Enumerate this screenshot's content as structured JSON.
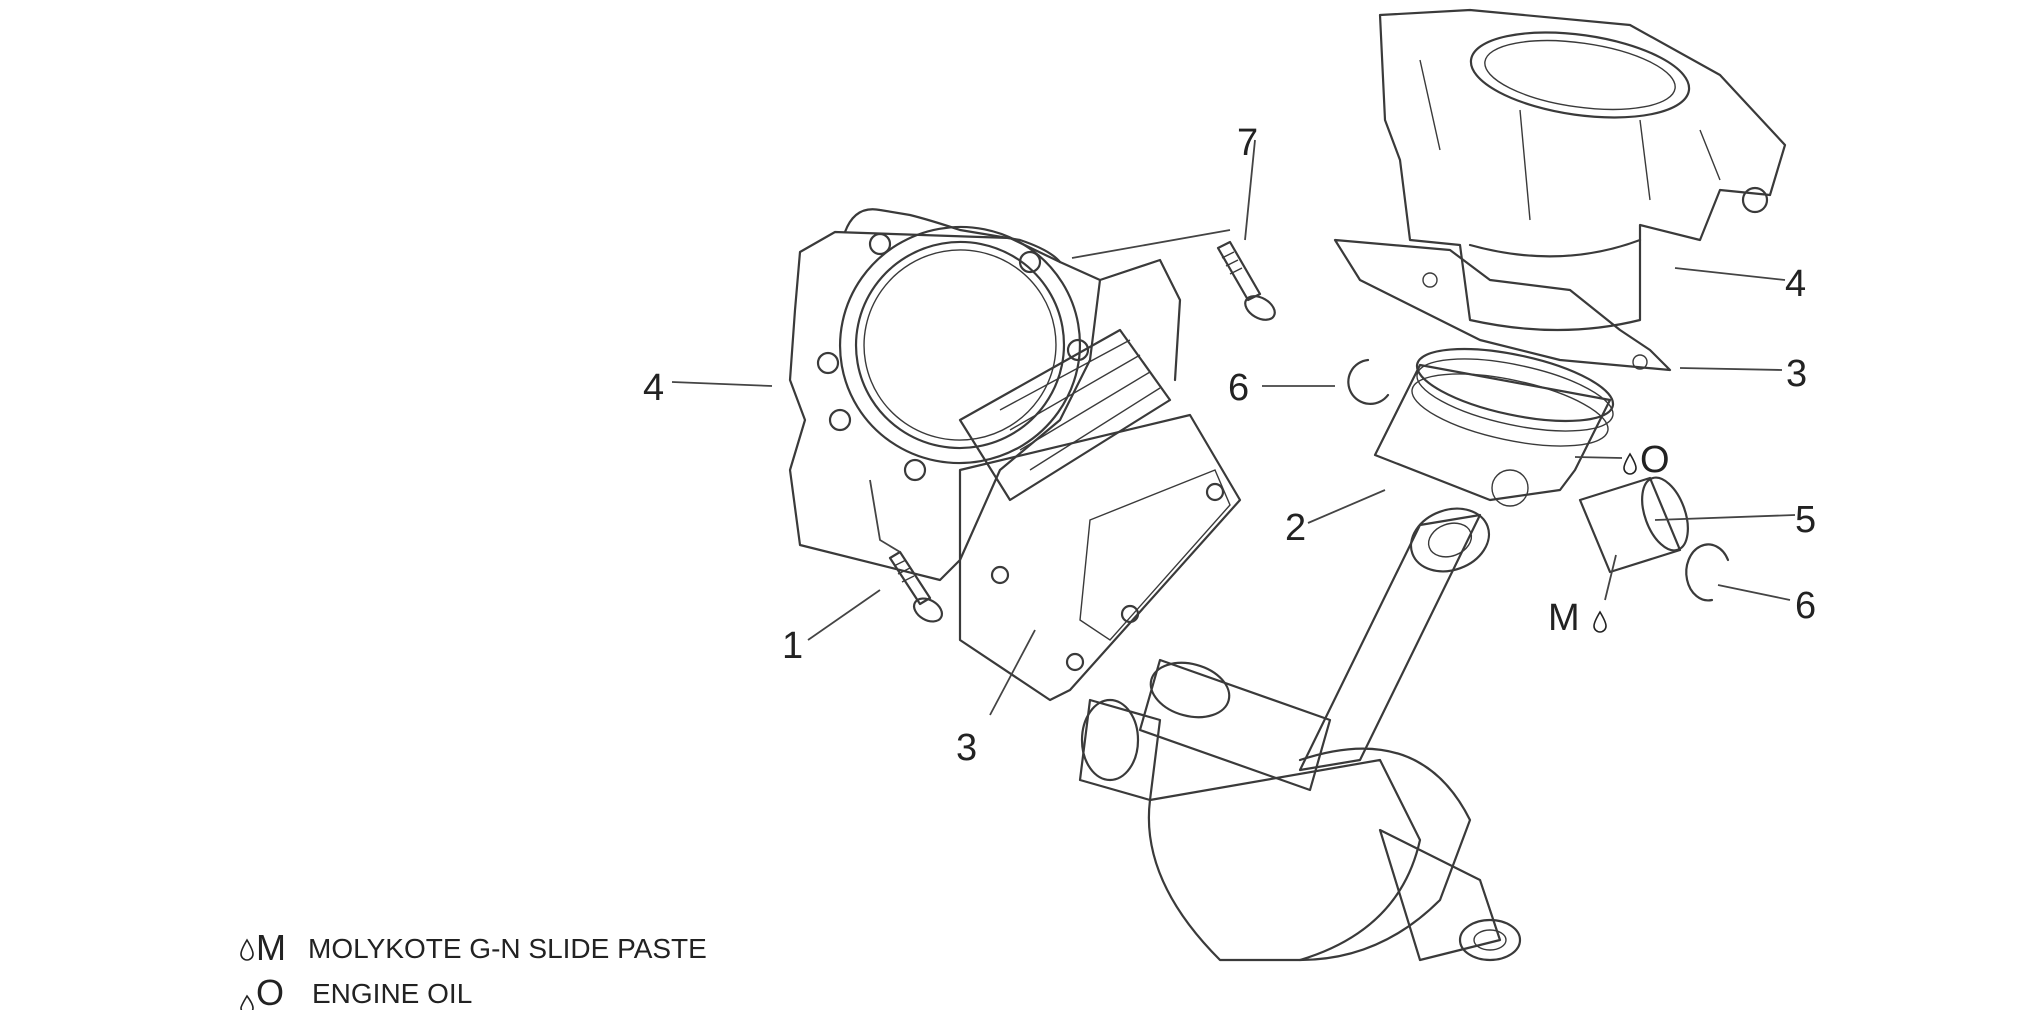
{
  "callouts": {
    "bolt_left": "1",
    "gasket_bottom": "3",
    "cylinder_left": "4",
    "screw_top": "7",
    "circlip_upper": "6",
    "piston": "2",
    "cylinder_right": "4",
    "gasket_right": "3",
    "piston_oil_code": "O",
    "pin": "5",
    "circlip_lower": "6",
    "pin_paste_code": "M"
  },
  "legend": [
    {
      "code": "M",
      "text": "MOLYKOTE G-N SLIDE PASTE"
    },
    {
      "code": "O",
      "text": "ENGINE OIL"
    }
  ],
  "icons": {
    "lubricant": "oil-drop-icon"
  }
}
